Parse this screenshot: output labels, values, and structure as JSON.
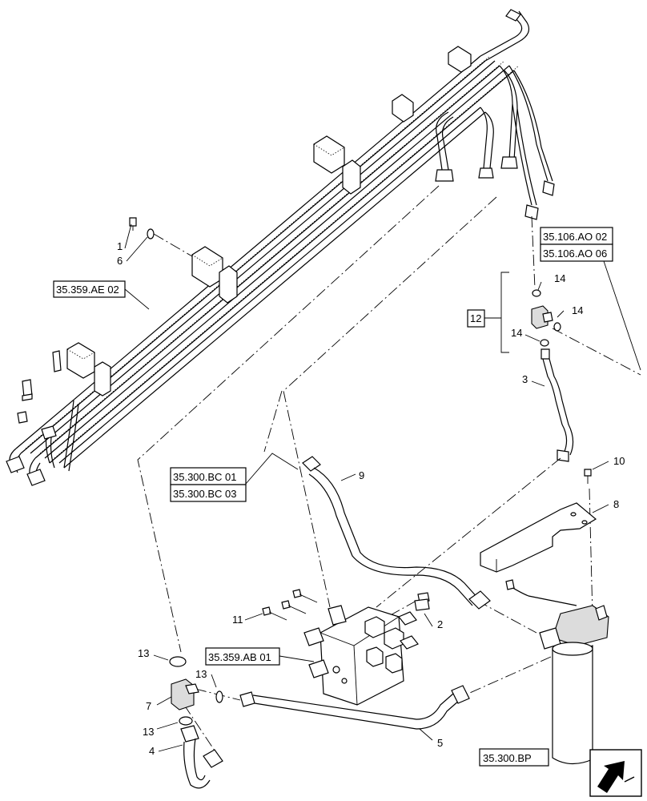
{
  "callouts": {
    "c1": "1",
    "c2": "2",
    "c3": "3",
    "c4": "4",
    "c5": "5",
    "c6": "6",
    "c7": "7",
    "c8": "8",
    "c9": "9",
    "c10": "10",
    "c11": "11",
    "c12": "12",
    "c13a": "13",
    "c13b": "13",
    "c13c": "13",
    "c14a": "14",
    "c14b": "14",
    "c14c": "14"
  },
  "references": {
    "ae02": "35.359.AE 02",
    "ao02": "35.106.AO 02",
    "ao06": "35.106.AO 06",
    "bc01": "35.300.BC 01",
    "bc03": "35.300.BC 03",
    "ab01": "35.359.AB 01",
    "bp": "35.300.BP"
  },
  "icons": {
    "nav_arrow": "next-page-arrow-icon"
  }
}
